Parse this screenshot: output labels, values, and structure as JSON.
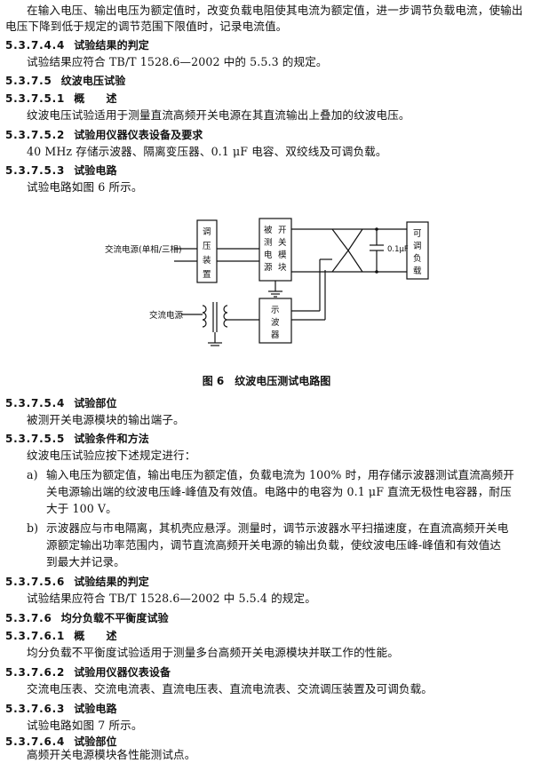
{
  "lines_top": [
    {
      "cls": "ind",
      "text": "在输入电压、输出电压为额定值时，改变负载电阻使其电流为额定值，进一步调节负载电流，使输出"
    },
    {
      "cls": "",
      "text": "电压下降到低于规定的调节范围下限值时，记录电流值。"
    }
  ],
  "sections_top": [
    {
      "num": "5.3.7.4.4",
      "title": "试验结果的判定"
    },
    {
      "num": "5.3.7.5",
      "title": "纹波电压试验"
    },
    {
      "num": "5.3.7.5.1",
      "title": "概　　述"
    },
    {
      "num": "5.3.7.5.2",
      "title": "试验用仪器仪表设备及要求"
    },
    {
      "num": "5.3.7.5.3",
      "title": "试验电路"
    }
  ],
  "body_top": [
    "试验结果应符合 TB/T 1528.6—2002 中的 5.5.3 的规定。",
    "纹波电压试验适用于测量直流高频开关电源在其直流输出上叠加的纹波电压。",
    "40 MHz 存储示波器、隔离变压器、0.1 μF 电容、双绞线及可调负载。",
    "试验电路如图 6 所示。"
  ],
  "diagram": {
    "ac_source_1": "交流电源(单相/三相)",
    "regulator": [
      "调",
      "压",
      "装",
      "置"
    ],
    "psu_col1": [
      "被",
      "测",
      "电",
      "源"
    ],
    "psu_col2": [
      "开",
      "关",
      "模",
      "块"
    ],
    "capacitor": "0.1μF",
    "load": [
      "可",
      "调",
      "负",
      "载"
    ],
    "ac_source_2": "交流电源",
    "scope": [
      "示",
      "波",
      "器"
    ]
  },
  "figure_caption": {
    "num": "图 6",
    "title": "纹波电压测试电路图"
  },
  "sections_bottom": [
    {
      "num": "5.3.7.5.4",
      "title": "试验部位"
    },
    {
      "num": "5.3.7.5.5",
      "title": "试验条件和方法"
    },
    {
      "num": "5.3.7.5.6",
      "title": "试验结果的判定"
    },
    {
      "num": "5.3.7.6",
      "title": "均分负载不平衡度试验"
    },
    {
      "num": "5.3.7.6.1",
      "title": "概　　述"
    },
    {
      "num": "5.3.7.6.2",
      "title": "试验用仪器仪表设备"
    },
    {
      "num": "5.3.7.6.3",
      "title": "试验电路"
    },
    {
      "num": "5.3.7.6.4",
      "title": "试验部位"
    }
  ],
  "body_bottom": [
    "被测开关电源模块的输出端子。",
    "纹波电压试验应按下述规定进行：",
    "试验结果应符合 TB/T 1528.6—2002 中 5.5.4 的规定。",
    "均分负载不平衡度试验适用于测量多台高频开关电源模块并联工作的性能。",
    "交流电压表、交流电流表、直流电压表、直流电流表、交流调压装置及可调负载。",
    "试验电路如图 7 所示。",
    "高频开关电源模块各性能测试点。"
  ],
  "list_items": [
    {
      "label": "a)",
      "lines": [
        "输入电压为额定值，输出电压为额定值，负载电流为 100% 时，用存储示波器测试直流高频开",
        "关电源输出端的纹波电压峰-峰值及有效值。电路中的电容为 0.1 μF 直流无极性电容器，耐压",
        "大于 100 V。"
      ]
    },
    {
      "label": "b)",
      "lines": [
        "示波器应与市电隔离，其机壳应悬浮。测量时，调节示波器水平扫描速度，在直流高频开关电",
        "源额定输出功率范围内，调节直流高频开关电源的输出负载，使纹波电压峰-峰值和有效值达",
        "到最大并记录。"
      ]
    }
  ]
}
